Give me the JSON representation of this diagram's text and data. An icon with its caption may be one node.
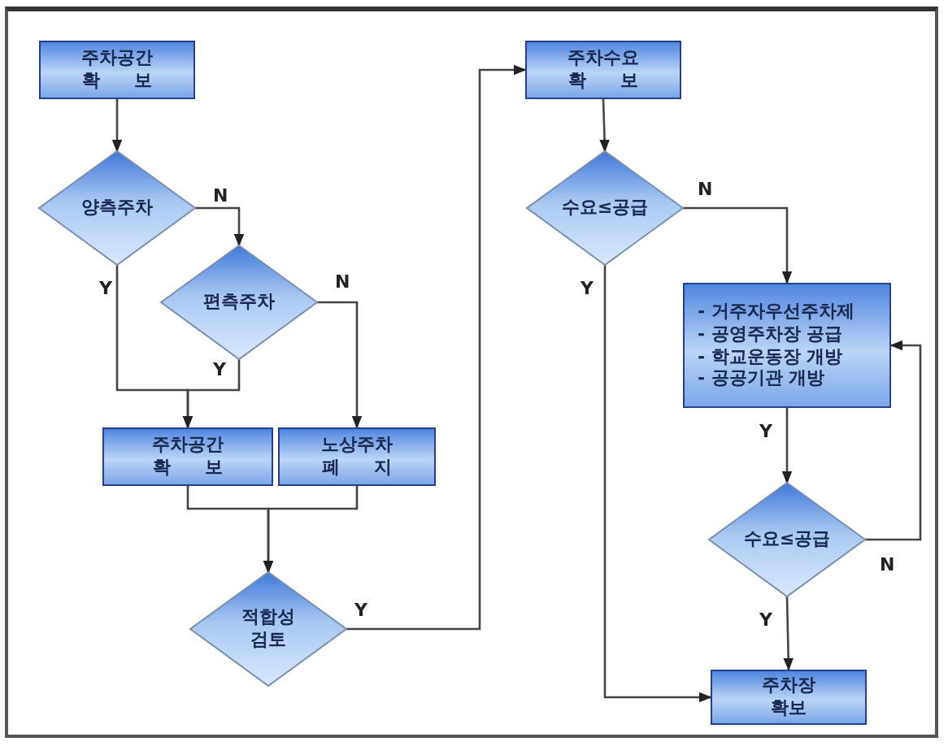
{
  "diagram": {
    "nodes": [
      {
        "text": [
          "주차공간 확 보"
        ]
      },
      {
        "text": [
          "양측주차"
        ]
      },
      {
        "text": [
          "편측주차"
        ]
      },
      {
        "text": [
          "주차공간 확 보"
        ]
      },
      {
        "text": [
          "노상주차 폐 지"
        ]
      },
      {
        "text": [
          "적합성 검토"
        ]
      },
      {
        "text": [
          "주차수요 확 보"
        ]
      },
      {
        "text": [
          "수요≤공급"
        ]
      },
      {
        "text": [
          "- 거주자우선주차제",
          "- 공영주차장 공급",
          "- 학교운동장 개방",
          "- 공공기관 개방"
        ]
      },
      {
        "text": [
          "수요≤공급"
        ]
      },
      {
        "text": [
          "주차장 확보"
        ]
      }
    ],
    "edges": [
      {
        "from": 0,
        "to": 1,
        "arrow": "to"
      },
      {
        "from": 1,
        "to": 2,
        "arrow": "to",
        "label": "N"
      },
      {
        "from": 1,
        "to": 3,
        "arrow": "to",
        "label": "Y"
      },
      {
        "from": 2,
        "to": 3,
        "arrow": "to",
        "label": "Y"
      },
      {
        "from": 2,
        "to": 4,
        "arrow": "to",
        "label": "N"
      },
      {
        "from": 3,
        "to": 5,
        "arrow": "to"
      },
      {
        "from": 4,
        "to": 5,
        "arrow": "to"
      },
      {
        "from": 5,
        "to": 6,
        "arrow": "to",
        "label": "Y"
      },
      {
        "from": 6,
        "to": 7,
        "arrow": "to"
      },
      {
        "from": 7,
        "to": 8,
        "arrow": "to",
        "label": "N"
      },
      {
        "from": 7,
        "to": 10,
        "arrow": "to",
        "label": "Y"
      },
      {
        "from": 8,
        "to": 9,
        "arrow": "to",
        "label": "Y"
      },
      {
        "from": 9,
        "to": 10,
        "arrow": "to",
        "label": "Y"
      },
      {
        "from": 9,
        "to": 8,
        "arrow": "to",
        "label": "N"
      }
    ]
  }
}
